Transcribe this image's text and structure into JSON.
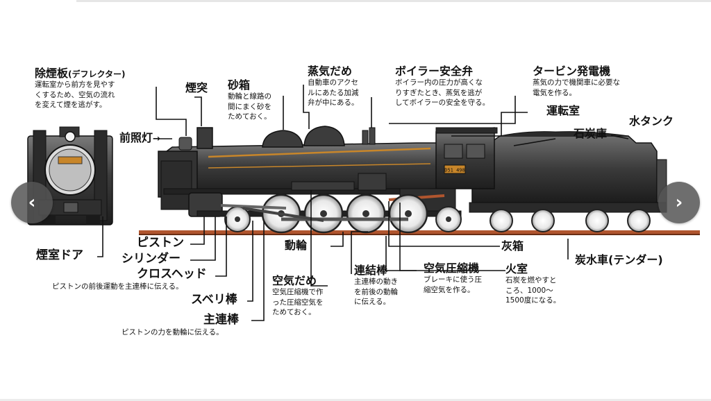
{
  "labels": {
    "deflector": {
      "title": "除煙板",
      "sub": "(デフレクター)",
      "desc": [
        "運転室から前方を見やす",
        "くするため、空気の流れ",
        "を変えて煙を逃がす。"
      ]
    },
    "chimney": {
      "title": "煙突"
    },
    "sandbox": {
      "title": "砂箱",
      "desc": [
        "動輪と線路の",
        "間にまく砂を",
        "ためておく。"
      ]
    },
    "steam_dome": {
      "title": "蒸気だめ",
      "desc": [
        "自動車のアクセ",
        "ルにあたる加減",
        "弁が中にある。"
      ]
    },
    "safety_valve": {
      "title": "ボイラー安全弁",
      "desc": [
        "ボイラー内の圧力が高くな",
        "りすぎたとき、蒸気を逃が",
        "してボイラーの安全を守る。"
      ]
    },
    "turbine": {
      "title": "タービン発電機",
      "desc": [
        "蒸気の力で機関車に必要な",
        "電気を作る。"
      ]
    },
    "cab": {
      "title": "運転室"
    },
    "coal_bunker": {
      "title": "石炭庫"
    },
    "water_tank": {
      "title": "水タンク"
    },
    "headlight": {
      "title": "前照灯"
    },
    "smokebox_door": {
      "title": "煙室ドア"
    },
    "piston": {
      "title": "ピストン"
    },
    "cylinder": {
      "title": "シリンダー"
    },
    "crosshead": {
      "title": "クロスヘッド",
      "desc": [
        "ピストンの前後運動を主連棒に伝える。"
      ]
    },
    "slide_bar": {
      "title": "スベリ棒"
    },
    "main_rod": {
      "title": "主連棒",
      "desc": [
        "ピストンの力を動輪に伝える。"
      ]
    },
    "driving_wheel": {
      "title": "動輪"
    },
    "air_reservoir": {
      "title": "空気だめ",
      "desc": [
        "空気圧縮機で作",
        "った圧縮空気を",
        "ためておく。"
      ]
    },
    "coupling_rod": {
      "title": "連結棒",
      "desc": [
        "主連棒の動き",
        "を前後の動輪",
        "に伝える。"
      ]
    },
    "air_compressor": {
      "title": "空気圧縮機",
      "desc": [
        "ブレーキに使う圧",
        "縮空気を作る。"
      ]
    },
    "ash_pan": {
      "title": "灰箱"
    },
    "firebox": {
      "title": "火室",
      "desc": [
        "石炭を燃やすと",
        "ころ、1000～",
        "1500度になる。"
      ]
    },
    "tender": {
      "title": "炭水車(テンダー)"
    }
  },
  "locomotive": {
    "number_plate": "D51 498"
  },
  "nav": {
    "prev_icon": "‹",
    "next_icon": "›"
  },
  "colors": {
    "body": "#3a3a3a",
    "rail": "#b0552e",
    "accent": "#c8862a"
  }
}
